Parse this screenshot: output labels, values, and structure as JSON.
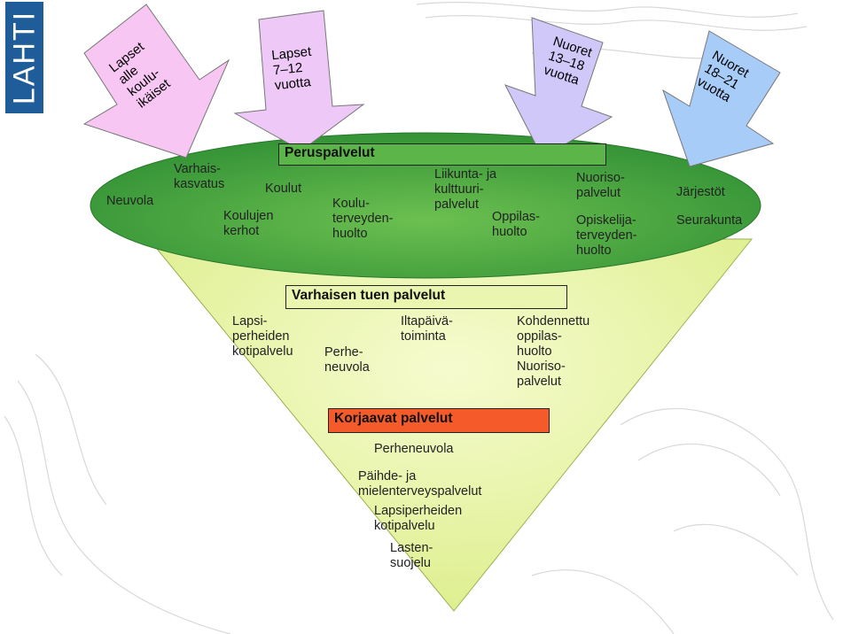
{
  "logo": {
    "text": "LAHTI",
    "color": "#1f5c9a"
  },
  "arrows": [
    {
      "text": "Lapset\nalle\nkoulu-\nikäiset",
      "color": "#f7c6f3"
    },
    {
      "text": "Lapset\n7–12\nvuotta",
      "color": "#eec8f6"
    },
    {
      "text": "Nuoret\n13–18\nvuotta",
      "color": "#cfc8f8"
    },
    {
      "text": "Nuoret\n18–21\nvuotta",
      "color": "#a8ccf8"
    }
  ],
  "top_band": {
    "title": "Peruspalvelut",
    "color": "#4aa640",
    "items": {
      "neuvola": "Neuvola",
      "varhaiskasvatus": "Varhais-\nkasvatus",
      "koulut": "Koulut",
      "koulujen_kerhot": "Koulujen\nkerhot",
      "kouluterveydenhuolto": "Koulu-\nterveyden-\nhuolto",
      "liikunta": "Liikunta- ja\nkulttuuri-\npalvelut",
      "oppilashuolto": "Oppilas-\nhuolto",
      "nuorisopalvelut": "Nuoriso-\npalvelut",
      "opiskelijaterveydenhuolto": "Opiskelija-\nterveyden-\nhuolto",
      "jarjestot": "Järjestöt",
      "seurakunta": "Seurakunta"
    }
  },
  "middle": {
    "title": "Varhaisen tuen palvelut",
    "items": {
      "lapsiperheiden": "Lapsi-\nperheiden\nkotipalvelu",
      "perheneuvola": "Perhe-\nneuvola",
      "iltapaiva": "Iltapäivä-\ntoiminta",
      "kohdennettu": "Kohdennettu\noppilas-\nhuolto\nNuoriso-\npalvelut"
    }
  },
  "bottom": {
    "title": "Korjaavat palvelut",
    "title_color": "#f55a2a",
    "items": {
      "perheneuvola": "Perheneuvola",
      "paihde": "Päihde- ja\nmielenterveyspalvelut",
      "lapsiperheiden": "Lapsiperheiden\nkotipalvelu",
      "lastensuojelu": "Lasten-\nsuojelu"
    }
  },
  "funnel_color": "#eaf5a8"
}
